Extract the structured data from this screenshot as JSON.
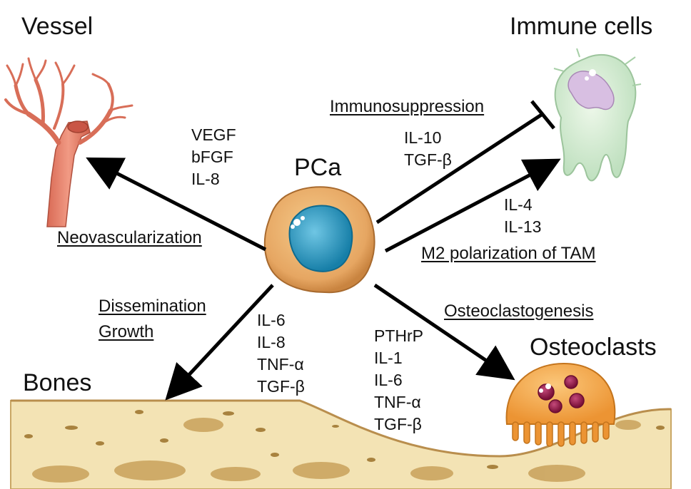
{
  "labels": {
    "vessel": "Vessel",
    "immune_cells": "Immune cells",
    "pca": "PCa",
    "bones": "Bones",
    "osteoclasts": "Osteoclasts"
  },
  "processes": {
    "neovascularization": "Neovascularization",
    "immunosuppression": "Immunosuppression",
    "m2_polarization": "M2 polarization of TAM",
    "dissemination": "Dissemination",
    "growth": "Growth",
    "osteoclastogenesis": "Osteoclastogenesis"
  },
  "factors": {
    "vessel": [
      "VEGF",
      "bFGF",
      "IL-8"
    ],
    "immunosuppression": [
      "IL-10",
      "TGF-β"
    ],
    "m2": [
      "IL-4",
      "IL-13"
    ],
    "bones": [
      "IL-6",
      "IL-8",
      "TNF-α",
      "TGF-β"
    ],
    "osteoclasts": [
      "PTHrP",
      "IL-1",
      "IL-6",
      "TNF-α",
      "TGF-β"
    ]
  },
  "colors": {
    "vessel": "#e8806a",
    "pca_cell": "#e0a060",
    "pca_nucleus": "#2b9bc4",
    "immune_cell": "#cfe8cf",
    "immune_nucleus": "#d9bfe0",
    "bone": "#f3e2b0",
    "osteoclast": "#f0a444",
    "osteoclast_nuclei": "#9a1e4e"
  }
}
